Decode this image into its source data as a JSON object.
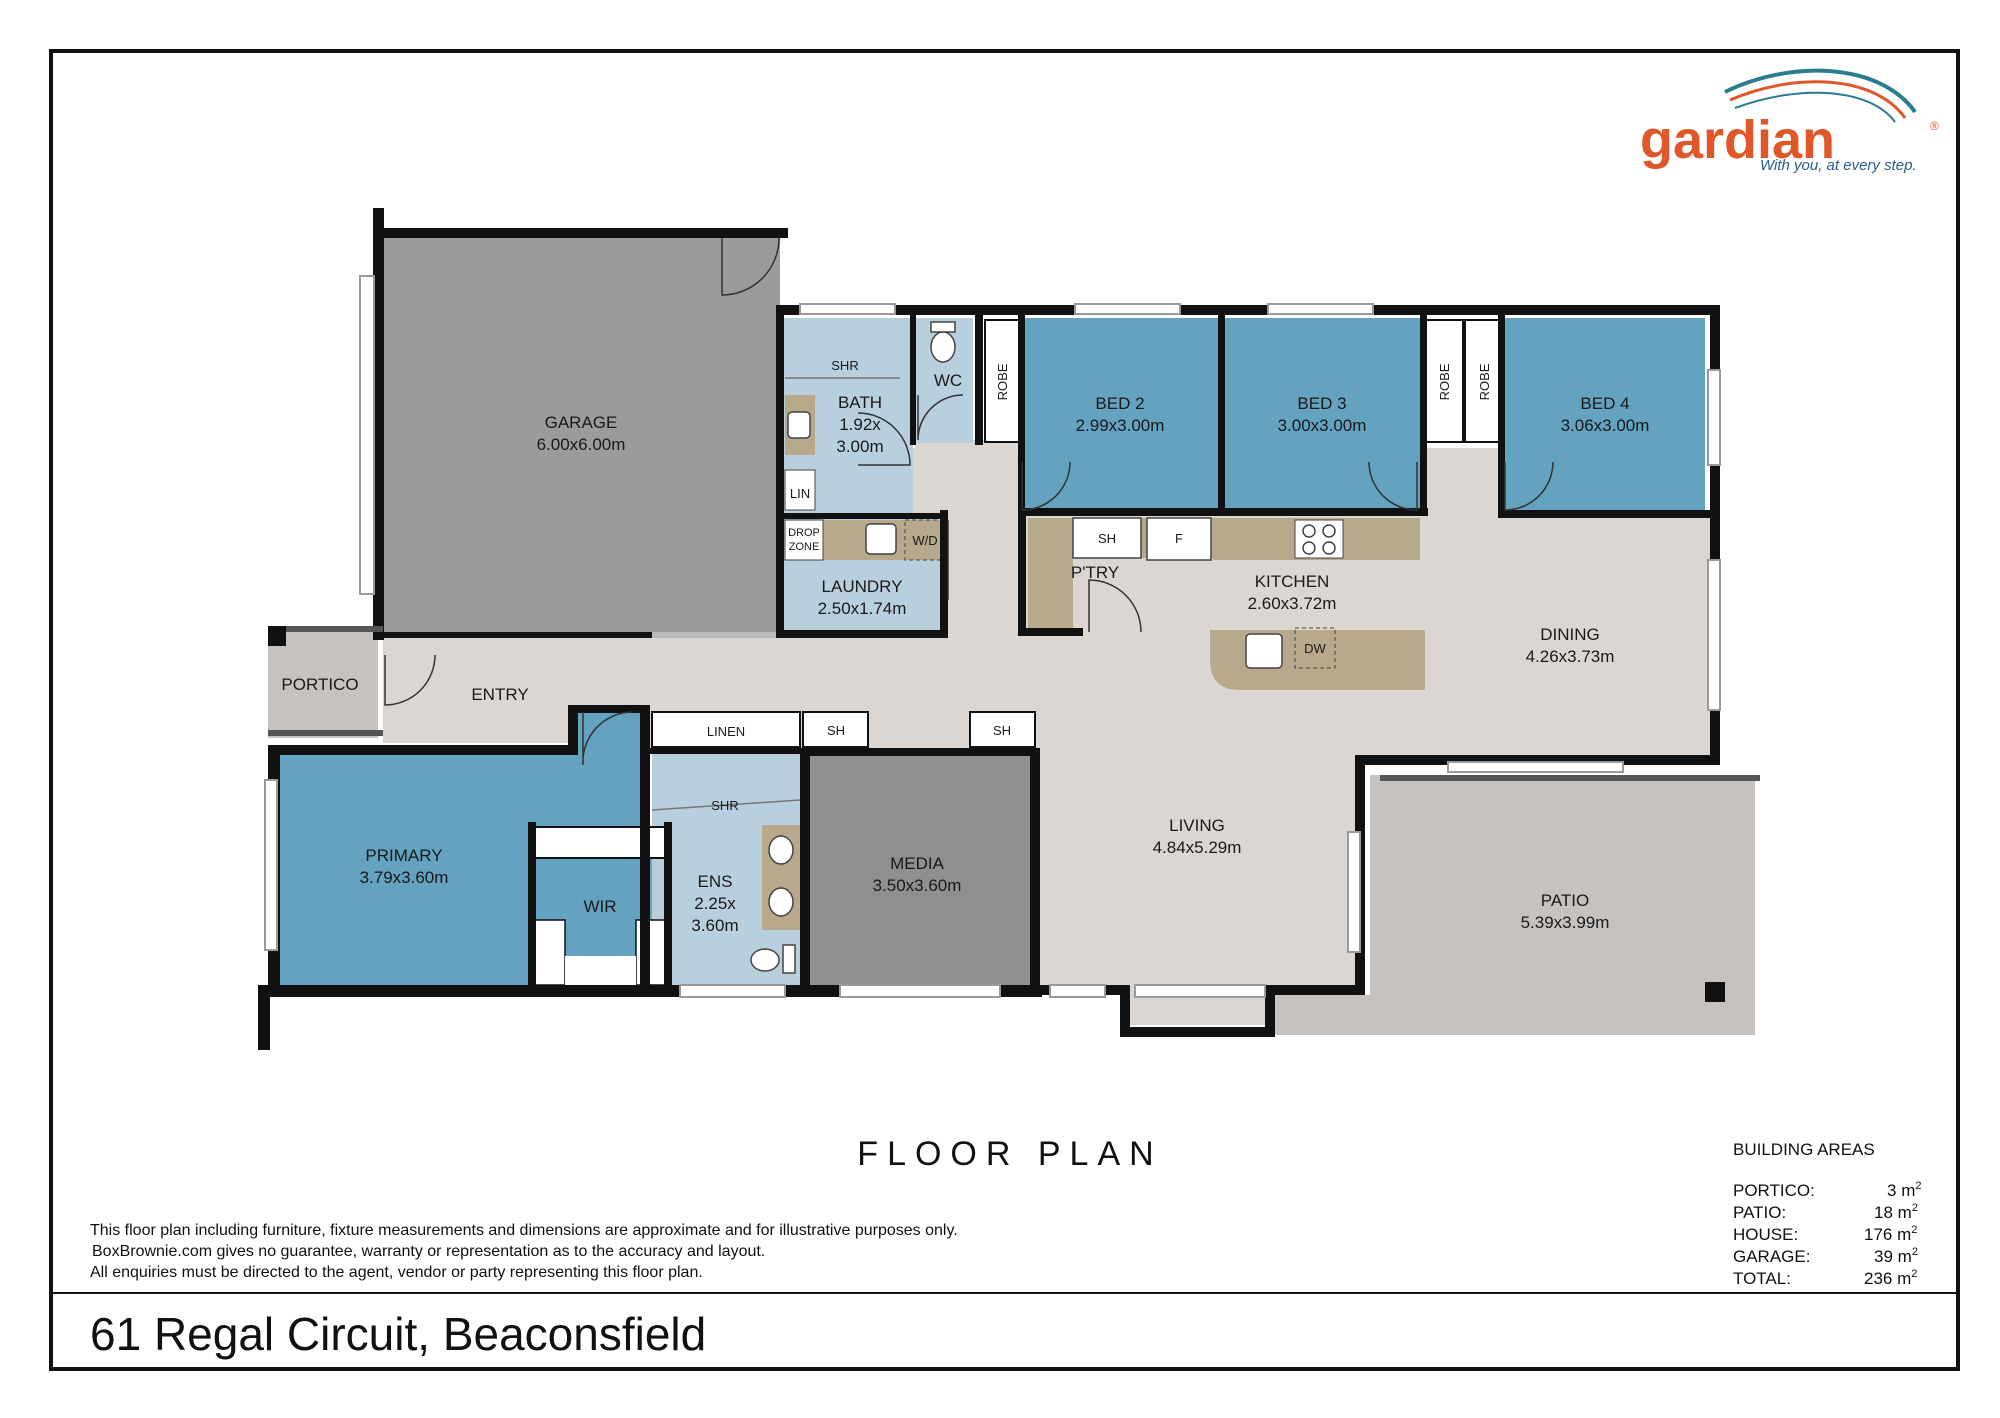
{
  "brand": {
    "name": "gardian",
    "registered": "®",
    "tagline": "With you, at every step.",
    "colors": {
      "primary": "#e0572a",
      "teal": "#2a7d8e",
      "tagline": "#2a5d8e"
    }
  },
  "plan_title": "FLOOR PLAN",
  "address": "61 Regal Circuit, Beaconsfield",
  "disclaimer": [
    "This floor plan including furniture, fixture measurements and dimensions are approximate and for illustrative purposes only.",
    "BoxBrownie.com gives no guarantee, warranty or representation as to the accuracy and layout.",
    "All enquiries must be directed to the agent, vendor or party representing this floor plan."
  ],
  "areas": {
    "heading": "BUILDING AREAS",
    "unit": "m",
    "unit_sup": "2",
    "rows": [
      {
        "label": "PORTICO:",
        "value": "3"
      },
      {
        "label": "PATIO:",
        "value": "18"
      },
      {
        "label": "HOUSE:",
        "value": "176"
      },
      {
        "label": "GARAGE:",
        "value": "39"
      },
      {
        "label": "TOTAL:",
        "value": "236"
      }
    ]
  },
  "rooms": {
    "garage": {
      "name": "GARAGE",
      "dims": "6.00x6.00m"
    },
    "bath": {
      "name": "BATH",
      "dims1": "1.92x",
      "dims2": "3.00m"
    },
    "wc": {
      "name": "WC"
    },
    "robe": {
      "name": "ROBE"
    },
    "bed2": {
      "name": "BED 2",
      "dims": "2.99x3.00m"
    },
    "bed3": {
      "name": "BED 3",
      "dims": "3.00x3.00m"
    },
    "bed4": {
      "name": "BED 4",
      "dims": "3.06x3.00m"
    },
    "laundry": {
      "name": "LAUNDRY",
      "dims": "2.50x1.74m"
    },
    "drop_zone": {
      "line1": "DROP",
      "line2": "ZONE"
    },
    "wd": {
      "name": "W/D"
    },
    "lin": {
      "name": "LIN"
    },
    "shr": {
      "name": "SHR"
    },
    "sh": {
      "name": "SH"
    },
    "fridge": {
      "name": "F"
    },
    "pantry": {
      "name": "P'TRY"
    },
    "kitchen": {
      "name": "KITCHEN",
      "dims": "2.60x3.72m"
    },
    "dw": {
      "name": "DW"
    },
    "dining": {
      "name": "DINING",
      "dims": "4.26x3.73m"
    },
    "portico": {
      "name": "PORTICO"
    },
    "entry": {
      "name": "ENTRY"
    },
    "linen": {
      "name": "LINEN"
    },
    "primary": {
      "name": "PRIMARY",
      "dims": "3.79x3.60m"
    },
    "wir": {
      "name": "WIR"
    },
    "ens": {
      "name": "ENS",
      "dims1": "2.25x",
      "dims2": "3.60m"
    },
    "media": {
      "name": "MEDIA",
      "dims": "3.50x3.60m"
    },
    "living": {
      "name": "LIVING",
      "dims": "4.84x5.29m"
    },
    "patio": {
      "name": "PATIO",
      "dims": "5.39x3.99m"
    }
  },
  "colors": {
    "garage": "#9b9b9b",
    "media": "#8f8f8f",
    "bedroom": "#63a3c0",
    "wet": "#b8cfde",
    "floor": "#dcd6d3",
    "patio": "#c5c2c0",
    "bench": "#b8a88c"
  }
}
